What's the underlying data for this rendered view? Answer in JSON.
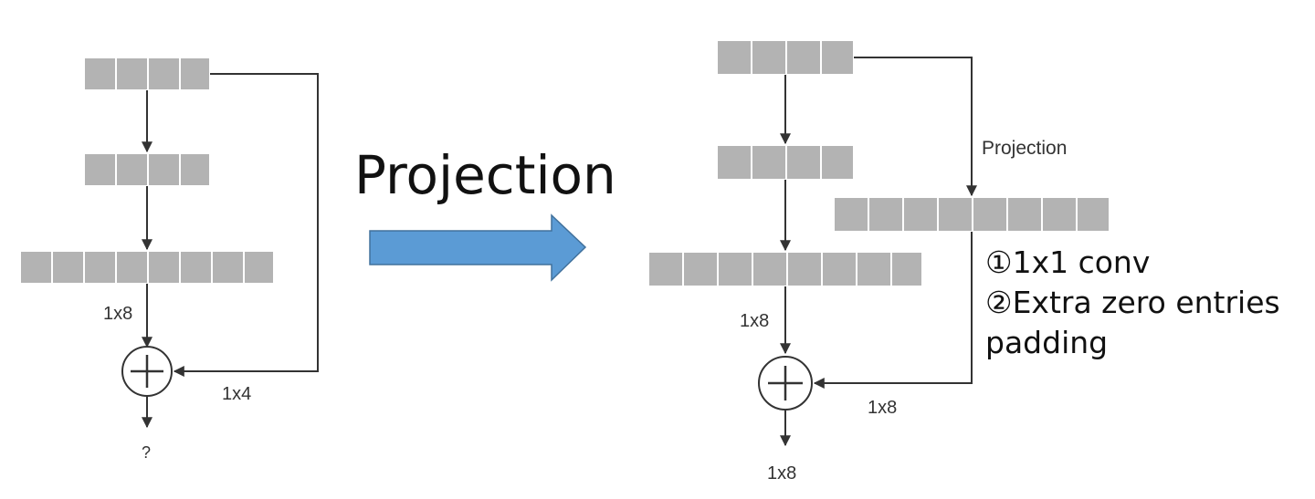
{
  "diagram": {
    "center_title": "Projection",
    "arrow_color": "#5b9bd5",
    "left": {
      "label_1x8": "1x8",
      "label_1x4": "1x4",
      "label_out": "?"
    },
    "right": {
      "projection_label": "Projection",
      "label_1x8_main": "1x8",
      "label_1x8_shortcut": "1x8",
      "label_out": "1x8",
      "note_line1": "①1x1 conv",
      "note_line2": "②Extra zero entries",
      "note_line3": "padding"
    }
  }
}
